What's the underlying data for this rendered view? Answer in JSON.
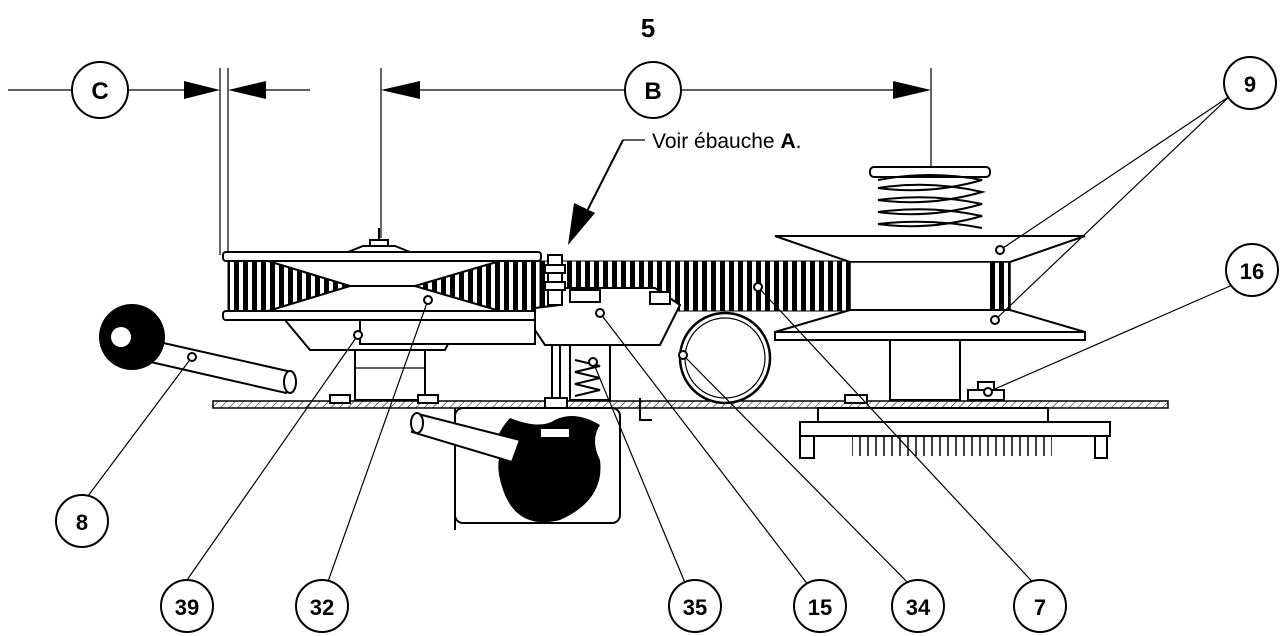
{
  "figure": {
    "number": "5",
    "note_text": "Voir ébauche",
    "note_ref": "A",
    "note_suffix": "."
  },
  "dimensions": [
    {
      "id": "dim-c",
      "label": "C"
    },
    {
      "id": "dim-b",
      "label": "B"
    }
  ],
  "callouts": [
    {
      "id": "callout-9",
      "label": "9"
    },
    {
      "id": "callout-16",
      "label": "16"
    },
    {
      "id": "callout-8",
      "label": "8"
    },
    {
      "id": "callout-39",
      "label": "39"
    },
    {
      "id": "callout-32",
      "label": "32"
    },
    {
      "id": "callout-35",
      "label": "35"
    },
    {
      "id": "callout-15",
      "label": "15"
    },
    {
      "id": "callout-34",
      "label": "34"
    },
    {
      "id": "callout-7",
      "label": "7"
    }
  ]
}
